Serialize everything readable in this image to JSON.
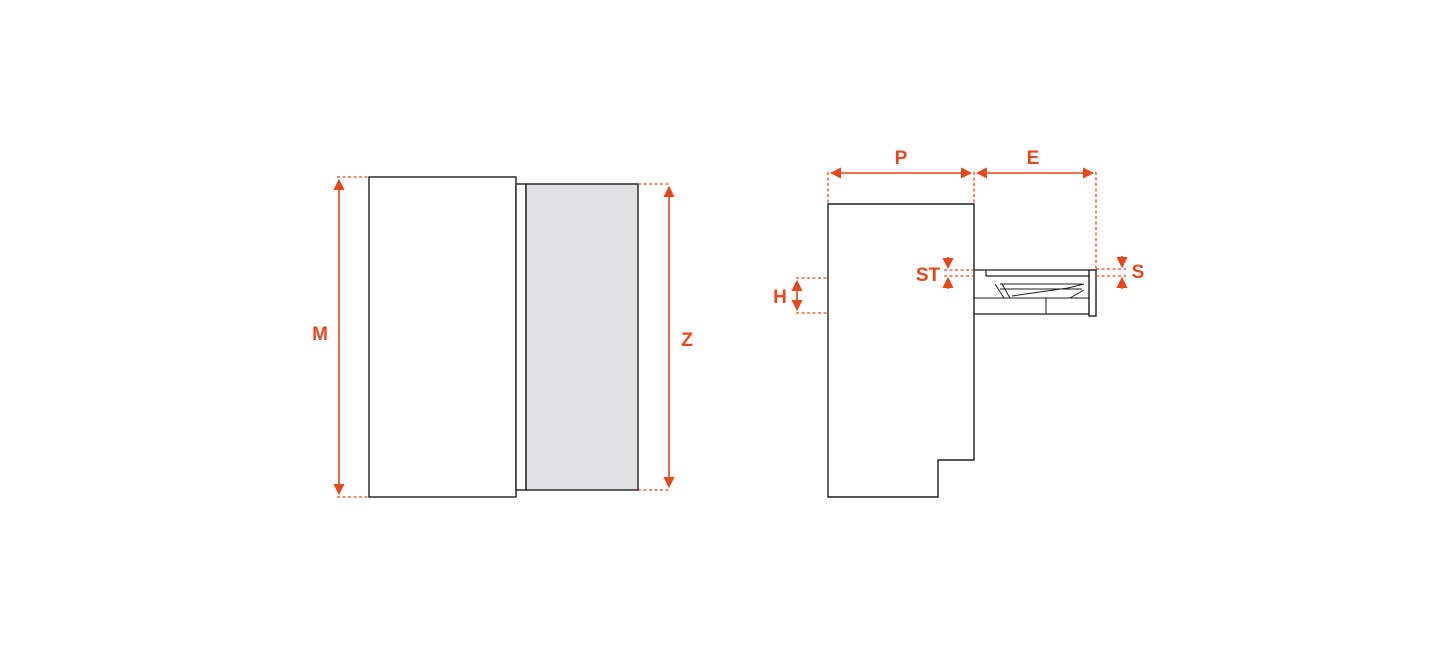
{
  "colors": {
    "accent": "#e8461b",
    "outline": "#1e1e1e",
    "panel_fill": "#e0e0e2"
  },
  "labels": {
    "m": "M",
    "z": "Z",
    "p": "P",
    "e": "E",
    "h": "H",
    "st": "ST",
    "s": "S"
  }
}
